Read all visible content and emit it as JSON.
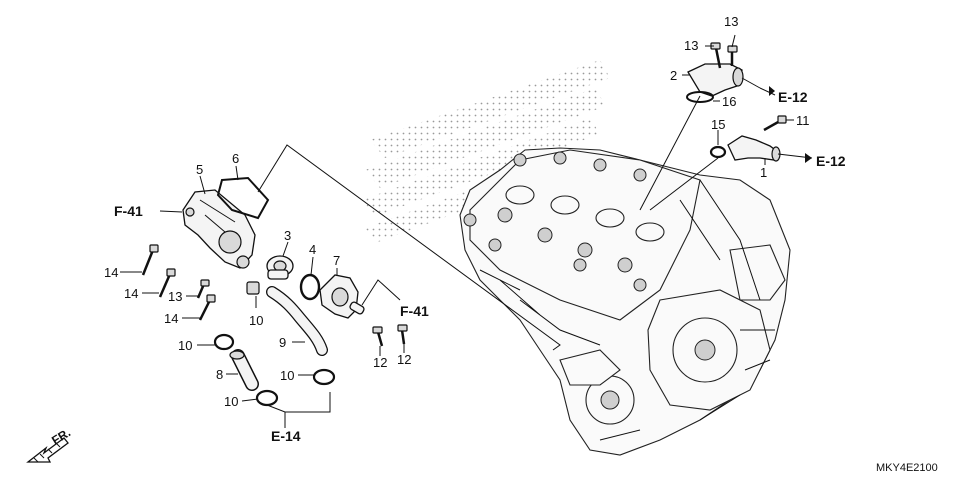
{
  "diagram": {
    "callouts": {
      "c1": "1",
      "c2": "2",
      "c3": "3",
      "c4": "4",
      "c5": "5",
      "c6": "6",
      "c7": "7",
      "c8": "8",
      "c9": "9",
      "c10a": "10",
      "c10b": "10",
      "c10c": "10",
      "c10d": "10",
      "c11": "11",
      "c12a": "12",
      "c12b": "12",
      "c13a": "13",
      "c13b": "13",
      "c13c": "13",
      "c14a": "14",
      "c14b": "14",
      "c14c": "14",
      "c15": "15",
      "c16": "16"
    },
    "references": {
      "e12_top": "E-12",
      "e12_mid": "E-12",
      "f41_left": "F-41",
      "f41_right": "F-41",
      "e14": "E-14"
    },
    "front_indicator": "FR.",
    "diagram_code": "MKY4E2100"
  }
}
